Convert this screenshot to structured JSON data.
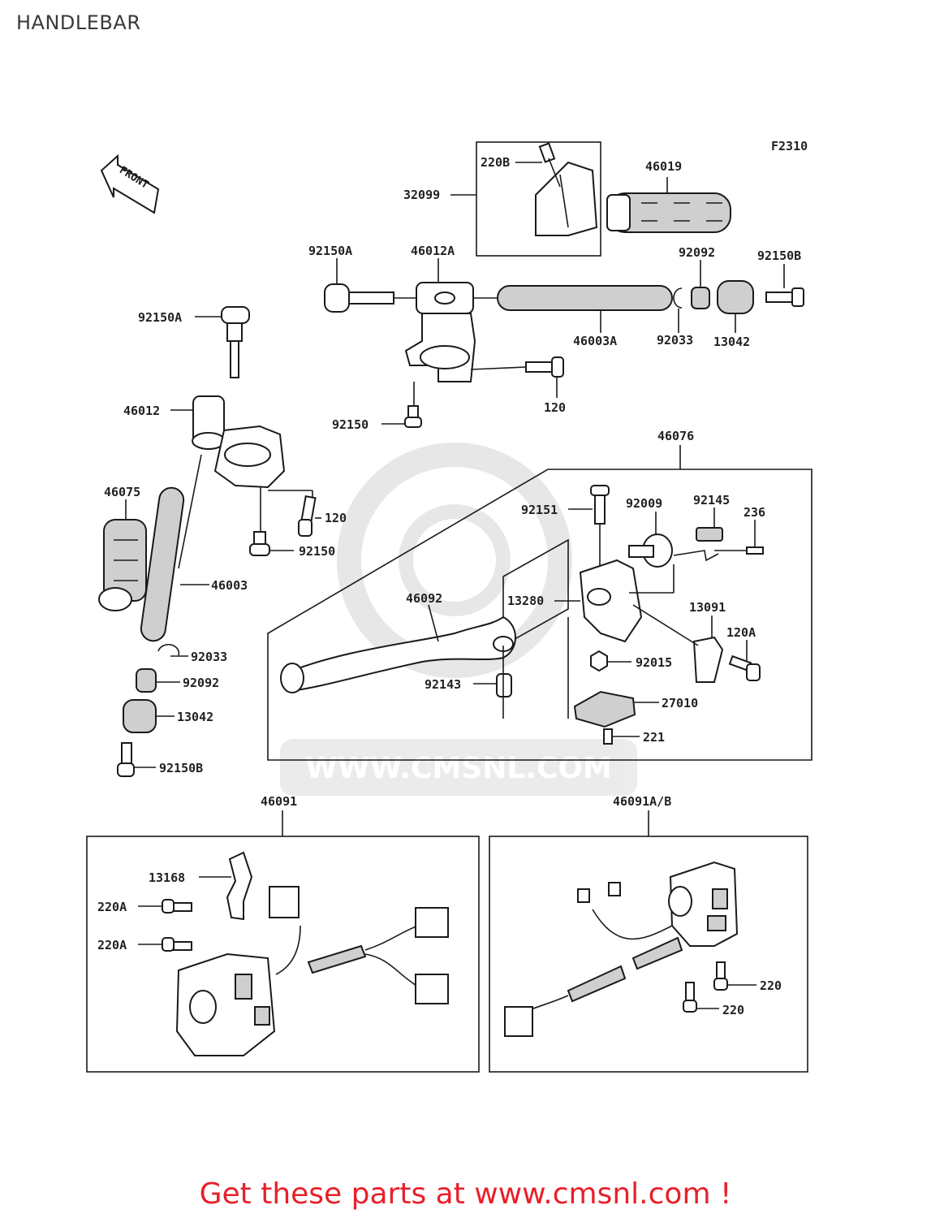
{
  "title": "HANDLEBAR",
  "figure_code": "F2310",
  "front_marker": "FRONT",
  "watermark_url": "WWW.CMSNL.COM",
  "promo_text": "Get these parts at www.cmsnl.com !",
  "colors": {
    "promo": "#e8202a",
    "line": "#1a1a1a",
    "watermark": "#e6e6e6"
  },
  "labels": {
    "p220B": "220B",
    "p32099": "32099",
    "p46019": "46019",
    "p92150A_top": "92150A",
    "p46012A": "46012A",
    "p92092_top": "92092",
    "p92150B_top": "92150B",
    "p46003A": "46003A",
    "p92033_top": "92033",
    "p13042_top": "13042",
    "p120_top": "120",
    "p92150_top": "92150",
    "p92150A_left": "92150A",
    "p46012": "46012",
    "p46075": "46075",
    "p120_left": "120",
    "p92150_left": "92150",
    "p46003": "46003",
    "p92033_left": "92033",
    "p92092_left": "92092",
    "p13042_left": "13042",
    "p92150B_left": "92150B",
    "p46076": "46076",
    "p92151": "92151",
    "p92009": "92009",
    "p92145": "92145",
    "p236": "236",
    "p46092": "46092",
    "p13280": "13280",
    "p13091": "13091",
    "p120A": "120A",
    "p92015": "92015",
    "p92143": "92143",
    "p27010": "27010",
    "p221": "221",
    "p46091": "46091",
    "p46091AB": "46091A/B",
    "p13168": "13168",
    "p220A_1": "220A",
    "p220A_2": "220A",
    "p220_1": "220",
    "p220_2": "220"
  }
}
